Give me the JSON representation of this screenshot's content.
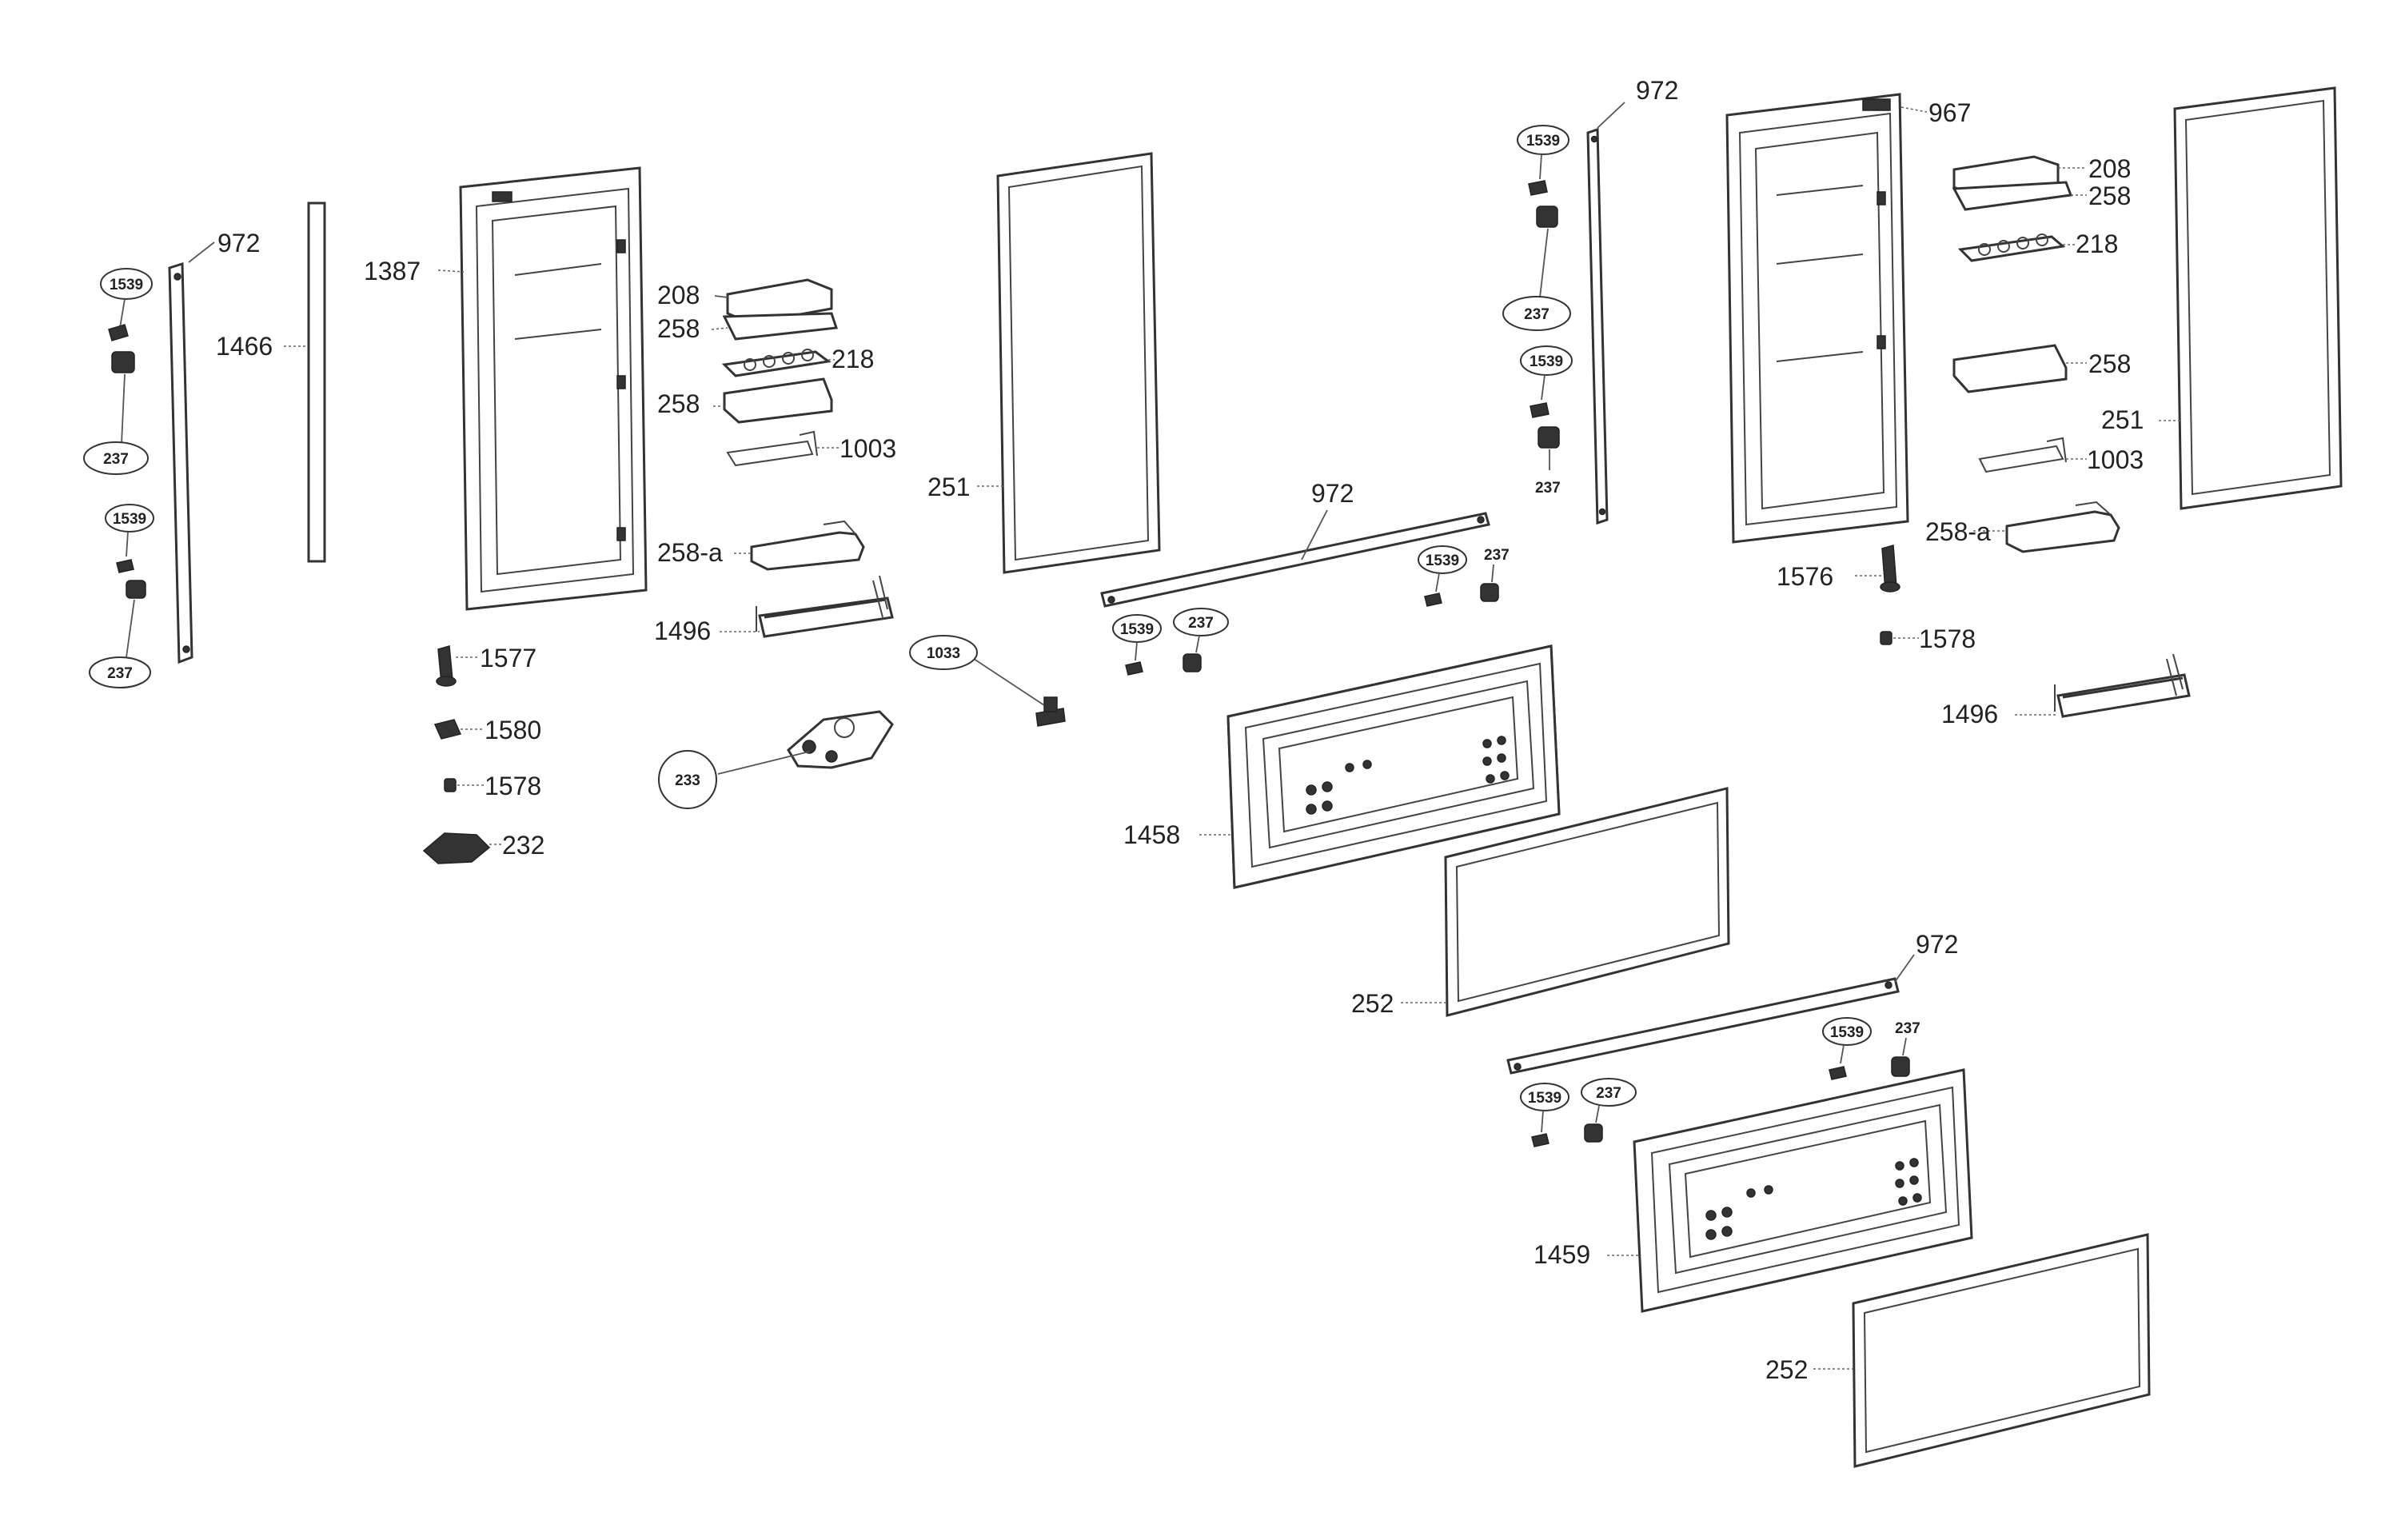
{
  "labels": {
    "972": "972",
    "1539": "1539",
    "237": "237",
    "1466": "1466",
    "1387": "1387",
    "1577": "1577",
    "1580": "1580",
    "1578": "1578",
    "232": "232",
    "208": "208",
    "258": "258",
    "218": "218",
    "1003": "1003",
    "258a": "258-a",
    "1496": "1496",
    "233": "233",
    "251": "251",
    "1033": "1033",
    "1458": "1458",
    "252": "252",
    "967": "967",
    "1576": "1576",
    "1459": "1459"
  }
}
